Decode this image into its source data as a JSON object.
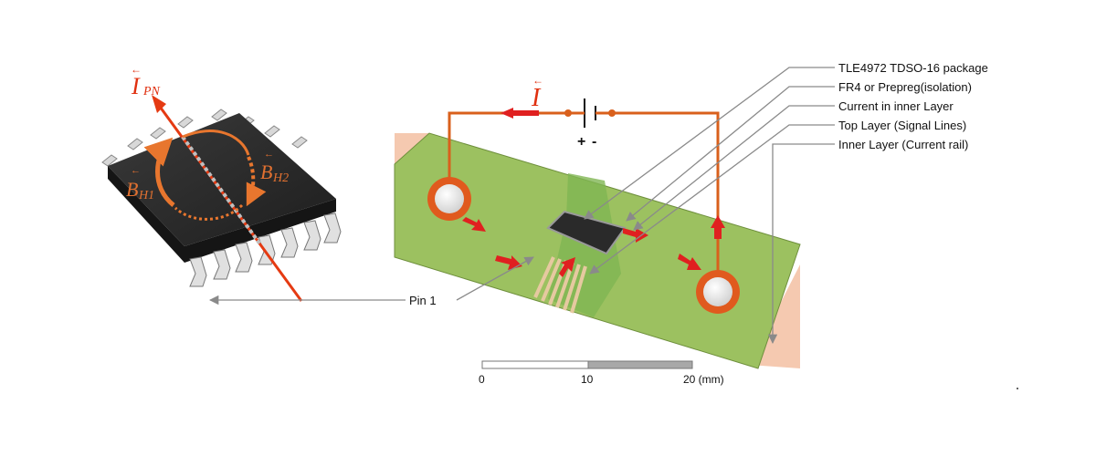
{
  "legend": {
    "items": [
      {
        "label": "TLE4972 TDSO-16 package"
      },
      {
        "label": "FR4 or Prepreg(isolation)"
      },
      {
        "label": "Current in inner Layer"
      },
      {
        "label": "Top Layer (Signal Lines)"
      },
      {
        "label": "Inner Layer (Current rail)"
      }
    ],
    "pin1_label": "Pin 1"
  },
  "chip_view": {
    "current_symbol": "I",
    "current_subscript": "PN",
    "field1_symbol": "B",
    "field1_subscript": "H1",
    "field2_symbol": "B",
    "field2_subscript": "H2",
    "vector_mark": "←"
  },
  "circuit": {
    "current_symbol": "I",
    "vector_mark": "←",
    "plus_sign": "+",
    "minus_sign": "-"
  },
  "scale_bar": {
    "ticks": [
      "0",
      "10",
      "20 (mm)"
    ]
  },
  "colors": {
    "board_green": "#9cc160",
    "pad_orange": "#e05a1e",
    "arrow_red": "#e02020",
    "trace_orange": "#d9601c",
    "skin": "#f5c9b0",
    "chip_dark": "#2a2a2a"
  }
}
